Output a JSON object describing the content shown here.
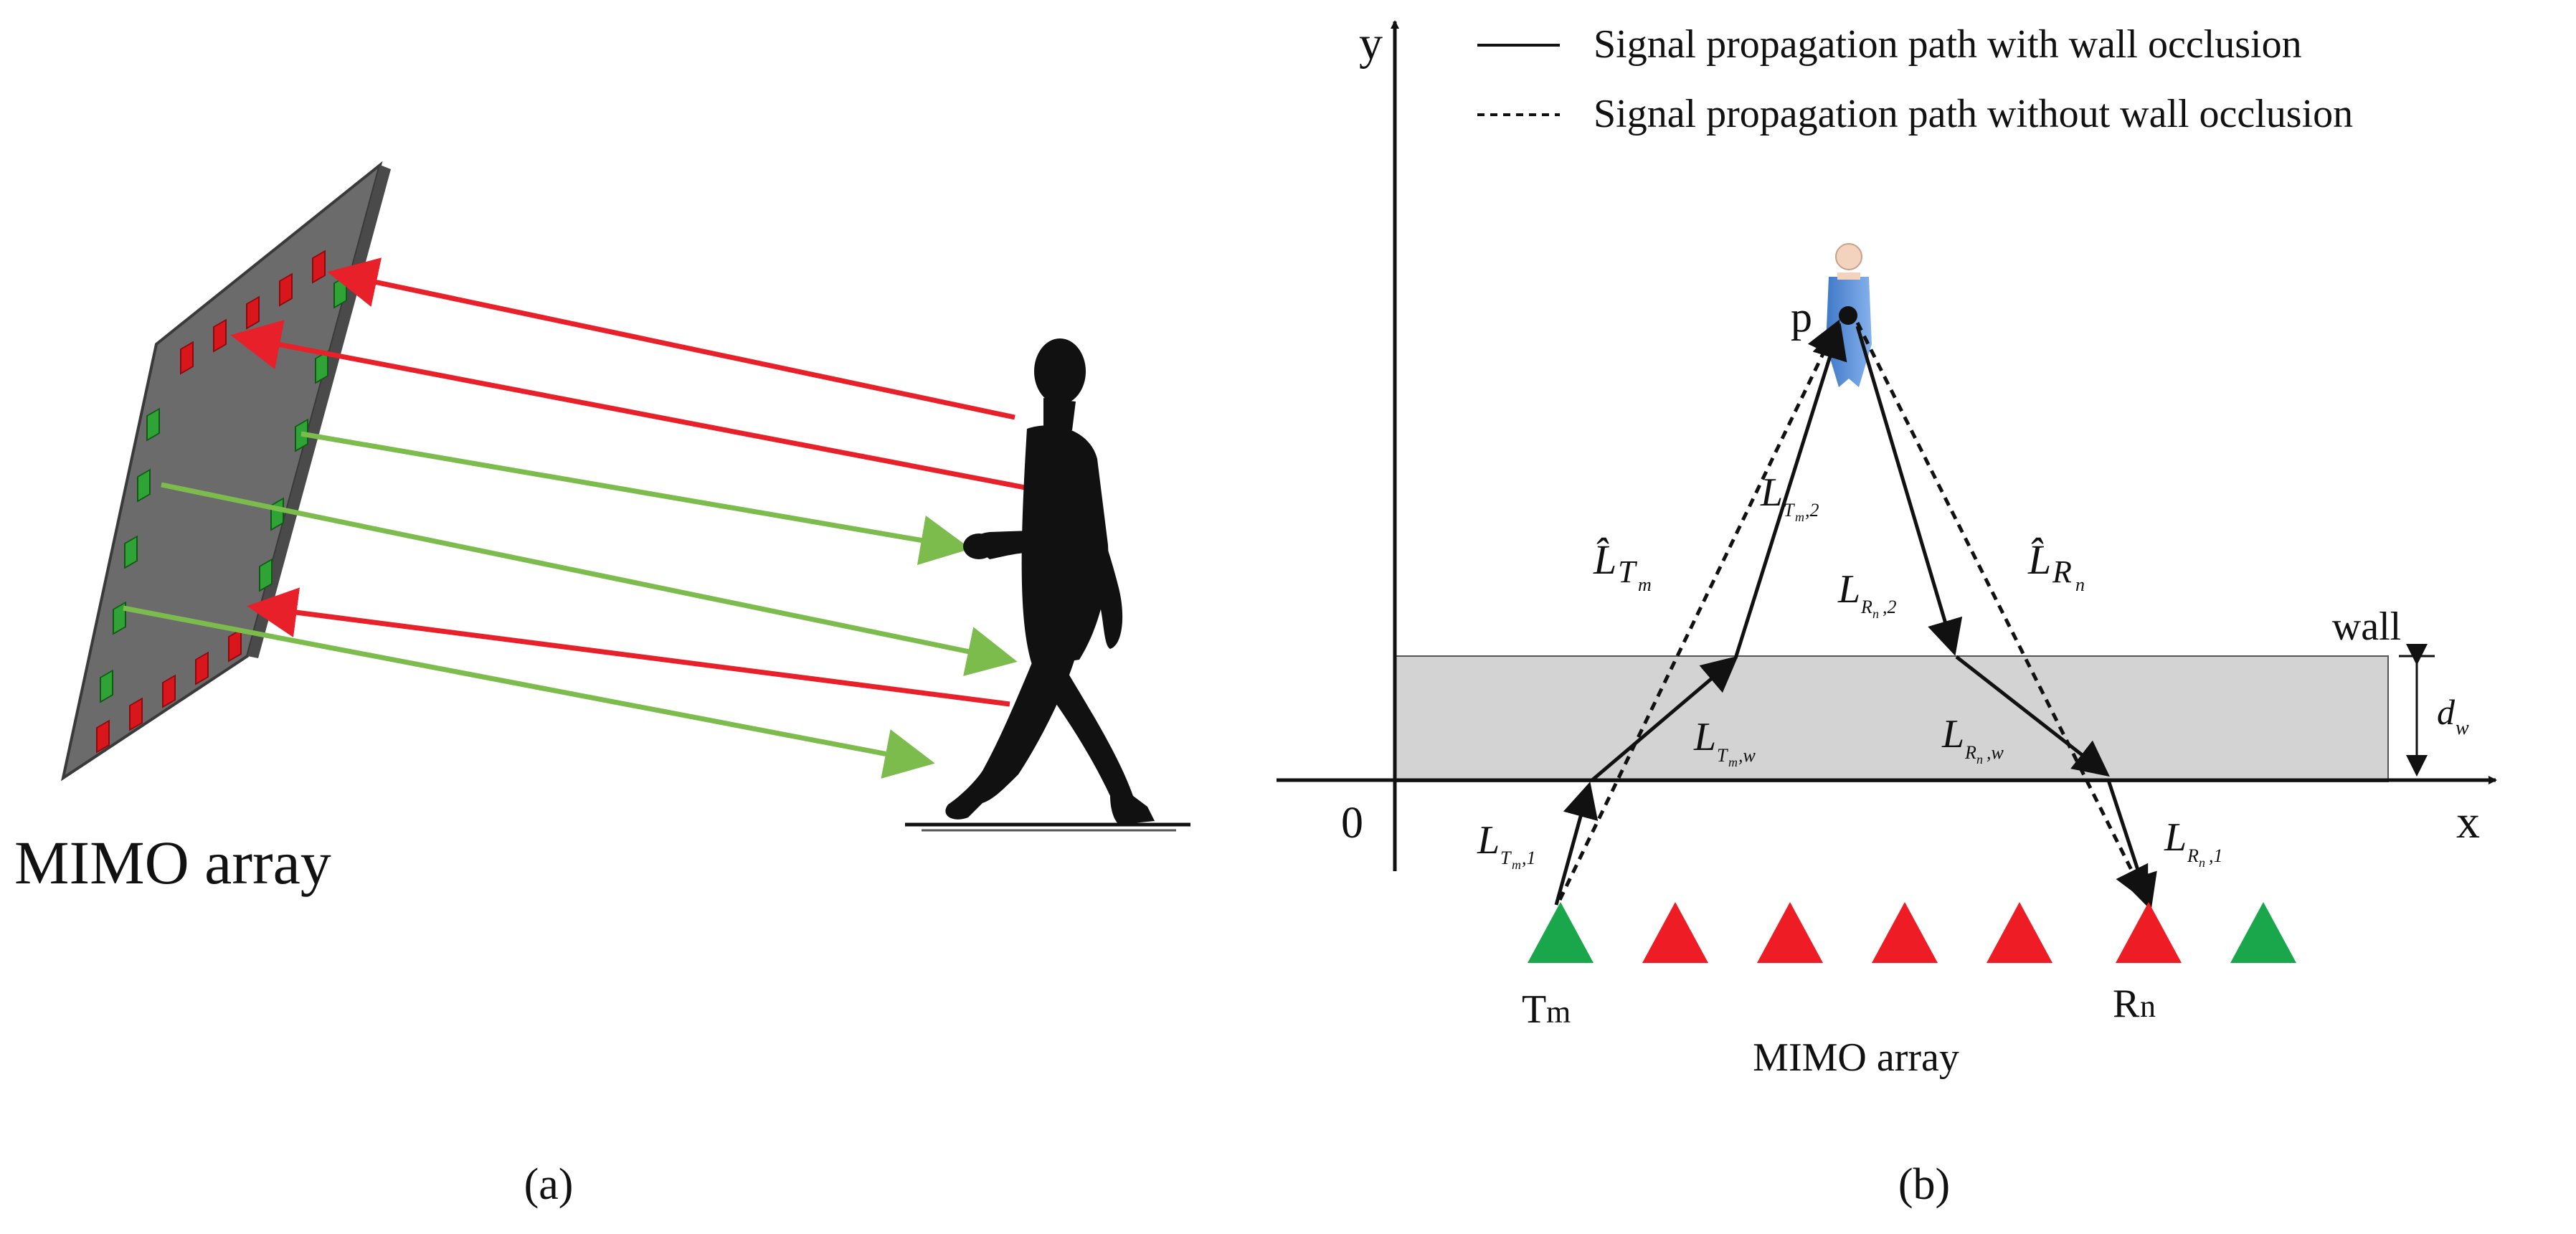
{
  "panel_a": {
    "array_label": "MIMO array",
    "caption": "(a)",
    "colors": {
      "panel": "#6b6b6b",
      "receive_element": "#d8161b",
      "transmit_element": "#2fa335",
      "reflected_arrow": "#e8202a",
      "incident_arrow": "#7cbc4c",
      "silhouette": "#111111"
    }
  },
  "panel_b": {
    "legend": {
      "solid": "Signal propagation path with wall occlusion",
      "dashed": "Signal propagation path without wall occlusion"
    },
    "axes": {
      "y": "y",
      "x": "x",
      "origin": "0"
    },
    "wall": {
      "label": "wall",
      "thickness": "d",
      "thickness_sub": "w"
    },
    "target": {
      "label": "p"
    },
    "array": {
      "label": "MIMO array",
      "transmitter": "T",
      "transmitter_sub": "m",
      "receiver": "R",
      "receiver_sub": "n",
      "colors": {
        "transmitter": "#1aa64a",
        "receiver": "#ee1c25"
      }
    },
    "path_labels": {
      "L_T1": {
        "base": "L",
        "sub": "T",
        "subsub": "m",
        "tail": ",1"
      },
      "L_Tw": {
        "base": "L",
        "sub": "T",
        "subsub": "m",
        "tail": ",w"
      },
      "L_T2": {
        "base": "L",
        "sub": "T",
        "subsub": "m",
        "tail": ",2"
      },
      "L_R2": {
        "base": "L",
        "sub": "R",
        "subsub": "n",
        "tail": ",2"
      },
      "L_Rw": {
        "base": "L",
        "sub": "R",
        "subsub": "n",
        "tail": ",w"
      },
      "L_R1": {
        "base": "L",
        "sub": "R",
        "subsub": "n",
        "tail": ",1"
      },
      "Lhat_T": {
        "base": "L̂",
        "sub": "T",
        "subsub": "m"
      },
      "Lhat_R": {
        "base": "L̂",
        "sub": "R",
        "subsub": "n"
      }
    },
    "caption": "(b)",
    "wall_fill": "#d3d3d3"
  }
}
